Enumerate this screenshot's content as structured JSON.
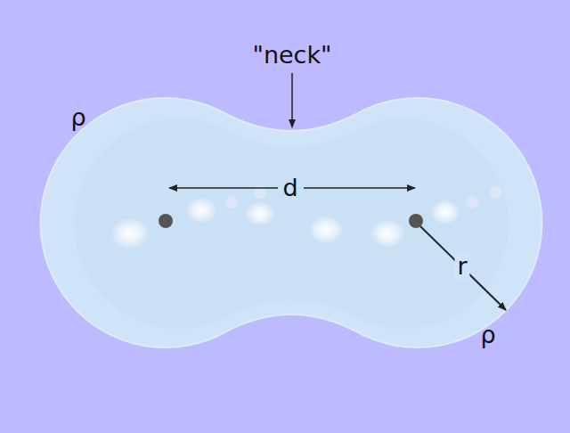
{
  "diagram": {
    "labels": [
      "\"neck\"",
      "d",
      "r",
      "ρ",
      "ρ"
    ]
  }
}
